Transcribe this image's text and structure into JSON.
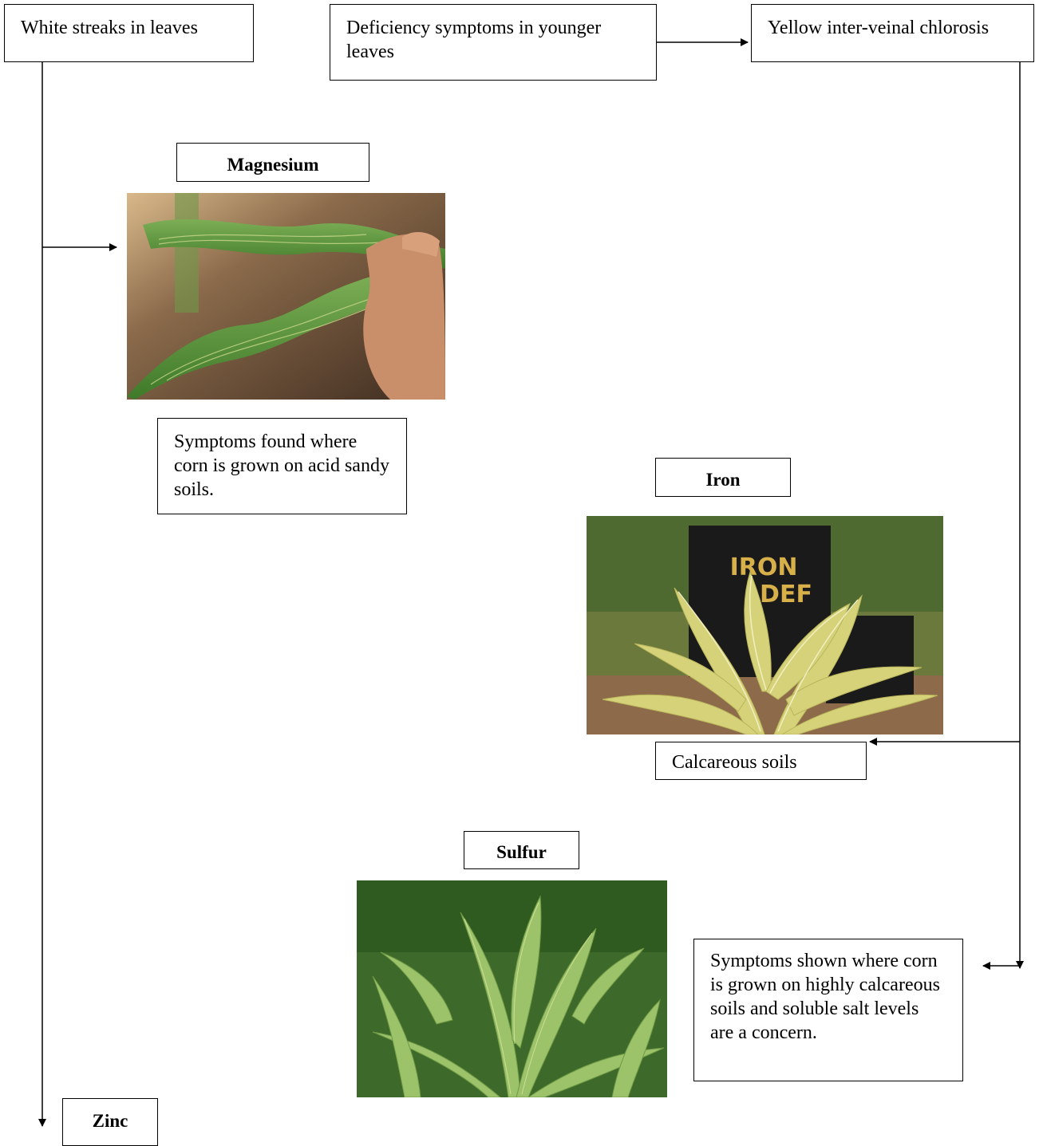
{
  "boxes": {
    "white_streaks": "White streaks in leaves",
    "younger_leaves": "Deficiency symptoms in younger leaves",
    "yellow_chlorosis": "Yellow inter-veinal chlorosis",
    "magnesium_note": "Symptoms found where corn is grown on acid sandy soils.",
    "calcareous": "Calcareous soils",
    "sulfur_note": "Symptoms shown where corn is grown on highly calcareous soils and soluble salt levels are a concern."
  },
  "labels": {
    "magnesium": "Magnesium",
    "iron": "Iron",
    "sulfur": "Sulfur",
    "zinc": "Zinc"
  },
  "photos": {
    "iron_sign_line1": "IRON",
    "iron_sign_line2": "DEF"
  },
  "colors": {
    "leaf_green": "#5f9a3a",
    "chlorotic_yellow": "#d8d57a",
    "soil": "#5a4030"
  }
}
